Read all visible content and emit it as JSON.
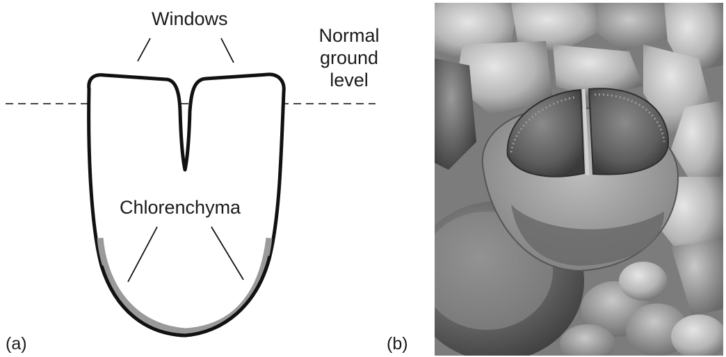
{
  "panel_a": {
    "tag": "(a)",
    "labels": {
      "windows": "Windows",
      "ground_line1": "Normal",
      "ground_line2": "ground",
      "ground_line3": "level",
      "chlorenchyma": "Chlorenchyma"
    },
    "colors": {
      "outline": "#111111",
      "chlorenchyma": "#9a9a9a",
      "ground_line": "#444444"
    }
  },
  "panel_b": {
    "tag": "(b)",
    "content": "photograph-of-window-plant"
  }
}
